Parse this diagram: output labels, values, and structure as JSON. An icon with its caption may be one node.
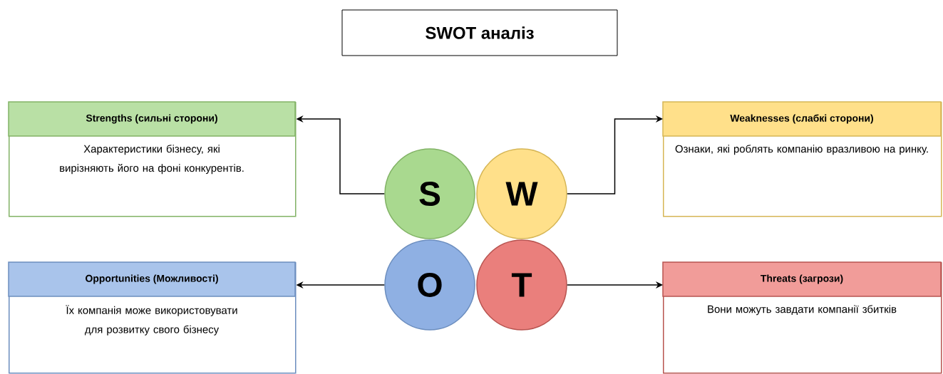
{
  "diagram": {
    "title": "SWOT аналіз",
    "nodes": [
      {
        "text": [
          "Strengths (сильні сторони)",
          "Характеристики бізнесу, які вирізняють його на фоні конкурентів."
        ]
      },
      {
        "text": [
          "S"
        ]
      },
      {
        "text": [
          "W"
        ]
      },
      {
        "text": [
          "Weaknesses (слабкі сторони)",
          "Ознаки, які роблять компанію вразливою на ринку."
        ]
      },
      {
        "text": [
          "Opportunities (Можливості)",
          "Їх компанія може використовувати для розвитку свого бізнесу"
        ]
      },
      {
        "text": [
          "O"
        ]
      },
      {
        "text": [
          "T"
        ]
      },
      {
        "text": [
          "Threats (загрози)",
          "Вони можуть завдати компанії збитків"
        ]
      }
    ],
    "edges": [
      {
        "from": 1,
        "to": 0,
        "arrow": "to"
      },
      {
        "from": 2,
        "to": 3,
        "arrow": "to"
      },
      {
        "from": 5,
        "to": 4,
        "arrow": "to"
      },
      {
        "from": 6,
        "to": 7,
        "arrow": "to"
      }
    ]
  }
}
